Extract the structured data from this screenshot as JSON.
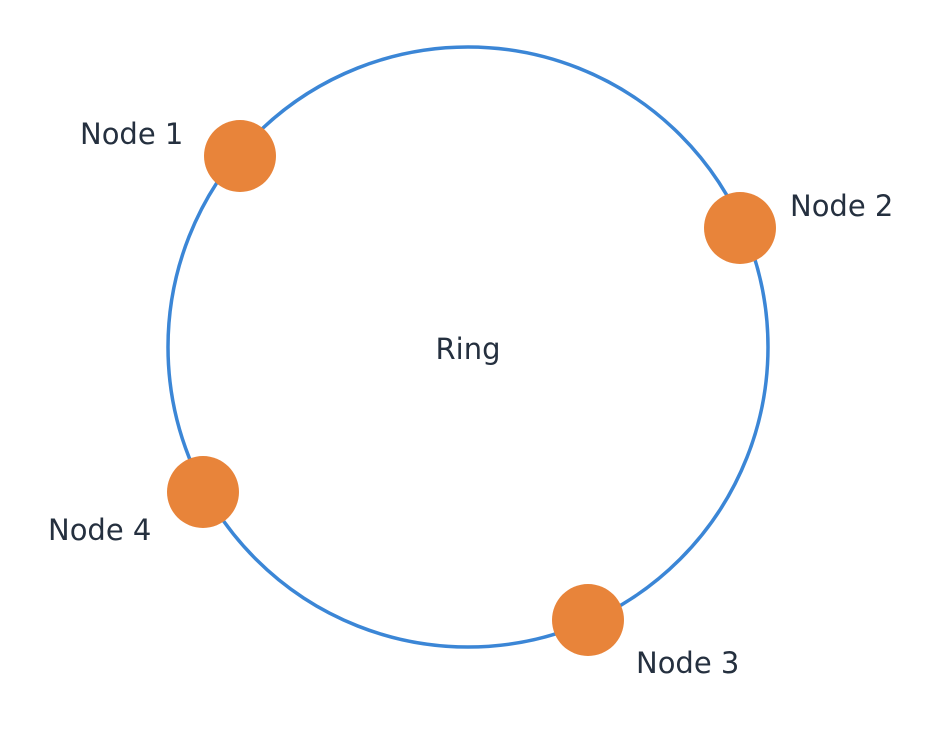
{
  "ring": {
    "label": "Ring",
    "stroke_color": "#3b86d6"
  },
  "node_color": "#e8843a",
  "text_color": "#25303f",
  "nodes": [
    {
      "label": "Node 1"
    },
    {
      "label": "Node 2"
    },
    {
      "label": "Node 3"
    },
    {
      "label": "Node 4"
    }
  ]
}
